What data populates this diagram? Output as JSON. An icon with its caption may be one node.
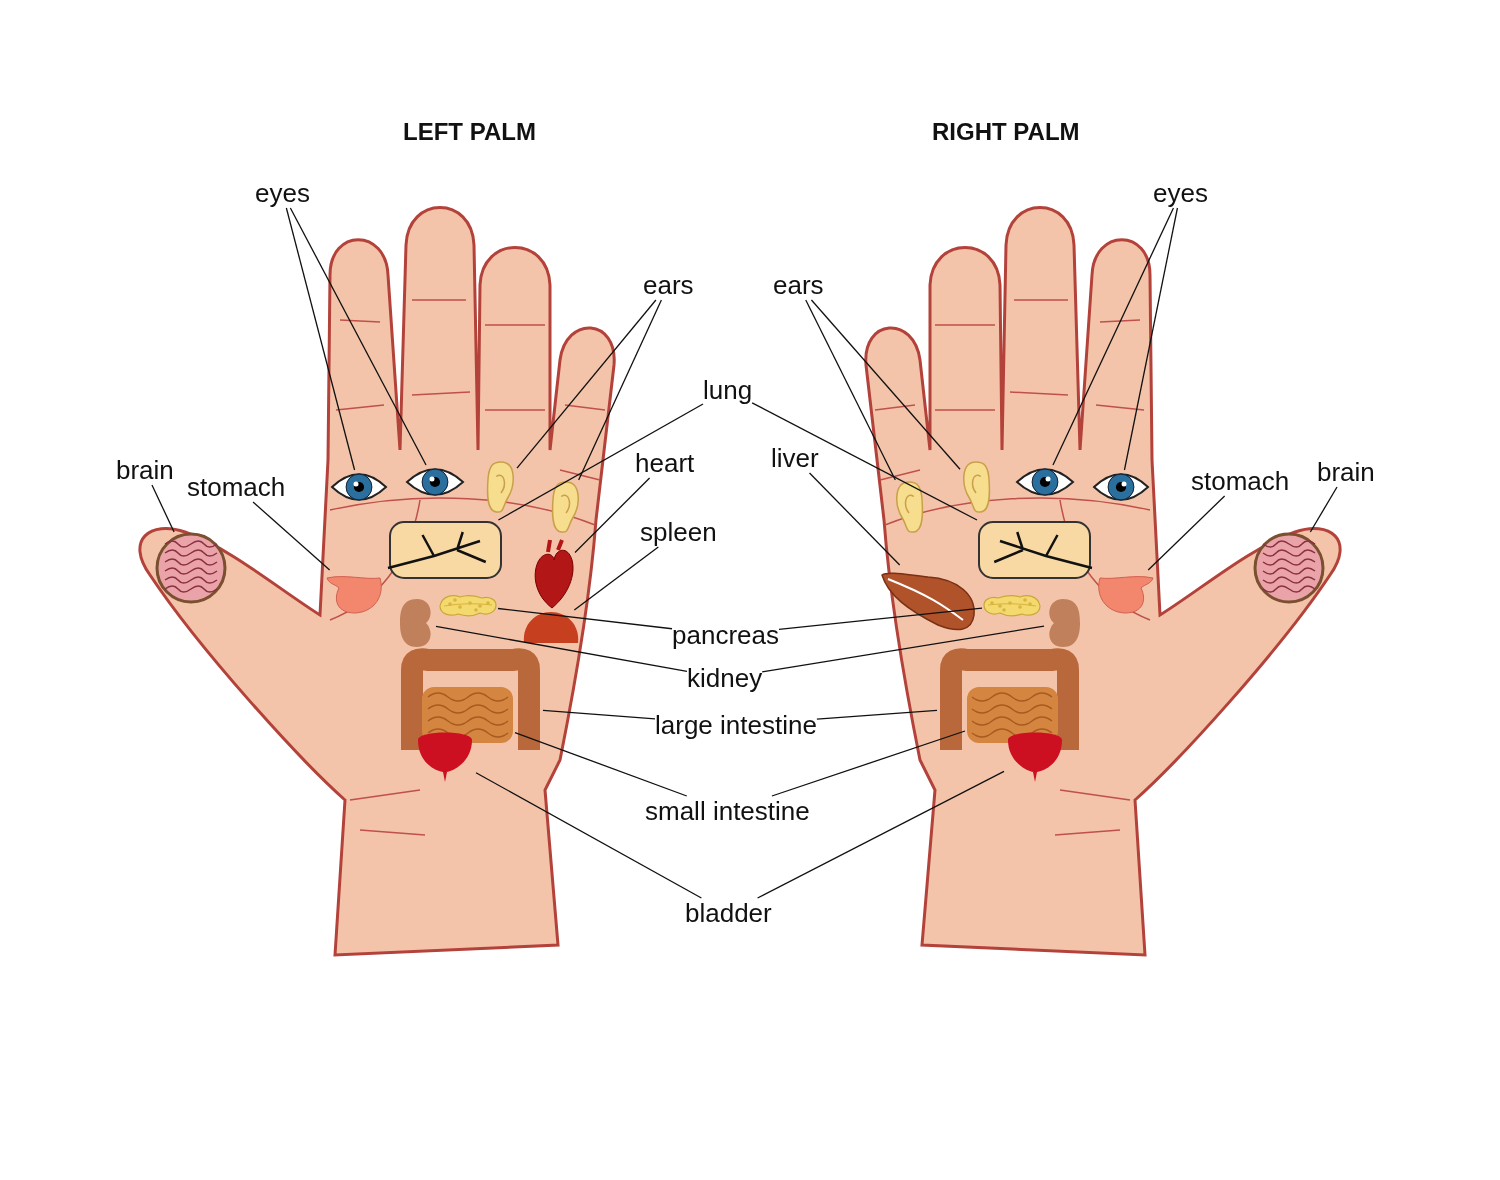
{
  "diagram": {
    "nodes": [
      {
        "text": [
          "eyes"
        ]
      },
      {
        "text": [
          "ears"
        ]
      },
      {
        "text": [
          "ears"
        ]
      },
      {
        "text": [
          "eyes"
        ]
      },
      {
        "text": [
          "lung"
        ]
      },
      {
        "text": [
          "heart"
        ]
      },
      {
        "text": [
          "liver"
        ]
      },
      {
        "text": [
          "brain"
        ]
      },
      {
        "text": [
          "stomach"
        ]
      },
      {
        "text": [
          "stomach"
        ]
      },
      {
        "text": [
          "brain"
        ]
      },
      {
        "text": [
          "spleen"
        ]
      },
      {
        "text": [
          "pancreas"
        ]
      },
      {
        "text": [
          "kidney"
        ]
      },
      {
        "text": [
          "large intestine"
        ]
      },
      {
        "text": [
          "small intestine"
        ]
      },
      {
        "text": [
          "bladder"
        ]
      },
      {
        "text": [],
        "shape": "picture"
      },
      {
        "text": [],
        "shape": "picture"
      },
      {
        "text": [],
        "shape": "picture"
      },
      {
        "text": [],
        "shape": "picture"
      },
      {
        "text": [],
        "shape": "picture"
      },
      {
        "text": [],
        "shape": "picture"
      },
      {
        "text": [],
        "shape": "picture"
      },
      {
        "text": [],
        "shape": "picture"
      },
      {
        "text": [],
        "shape": "picture"
      },
      {
        "text": [],
        "shape": "picture"
      },
      {
        "text": [],
        "shape": "picture"
      },
      {
        "text": [],
        "shape": "picture"
      },
      {
        "text": [],
        "shape": "picture",
        "in": 28
      },
      {
        "text": [],
        "shape": "picture"
      },
      {
        "text": [],
        "shape": "picture"
      },
      {
        "text": [],
        "shape": "picture"
      },
      {
        "text": [],
        "shape": "picture"
      },
      {
        "text": [],
        "shape": "picture"
      },
      {
        "text": [],
        "shape": "picture"
      },
      {
        "text": [],
        "shape": "picture"
      },
      {
        "text": [],
        "shape": "picture"
      },
      {
        "text": [],
        "shape": "picture"
      },
      {
        "text": [],
        "shape": "picture"
      },
      {
        "text": [],
        "shape": "picture"
      },
      {
        "text": [],
        "shape": "picture"
      },
      {
        "text": [],
        "shape": "picture",
        "in": 41
      },
      {
        "text": [],
        "shape": "picture"
      }
    ],
    "edges": [
      {
        "from": 0,
        "to": 17,
        "arrow": "none"
      },
      {
        "from": 0,
        "to": 18,
        "arrow": "none"
      },
      {
        "from": 1,
        "to": 19,
        "arrow": "none"
      },
      {
        "from": 1,
        "to": 20,
        "arrow": "none"
      },
      {
        "from": 2,
        "to": 31,
        "arrow": "none"
      },
      {
        "from": 2,
        "to": 32,
        "arrow": "none"
      },
      {
        "from": 3,
        "to": 33,
        "arrow": "none"
      },
      {
        "from": 3,
        "to": 34,
        "arrow": "none"
      },
      {
        "from": 4,
        "to": 23,
        "arrow": "none"
      },
      {
        "from": 4,
        "to": 36,
        "arrow": "none"
      },
      {
        "from": 5,
        "to": 24,
        "arrow": "none"
      },
      {
        "from": 6,
        "to": 35,
        "arrow": "none"
      },
      {
        "from": 7,
        "to": 21,
        "arrow": "none"
      },
      {
        "from": 8,
        "to": 22,
        "arrow": "none"
      },
      {
        "from": 9,
        "to": 39,
        "arrow": "none"
      },
      {
        "from": 10,
        "to": 40,
        "arrow": "none"
      },
      {
        "from": 11,
        "to": 25,
        "arrow": "none"
      },
      {
        "from": 12,
        "to": 26,
        "arrow": "none"
      },
      {
        "from": 12,
        "to": 37,
        "arrow": "none"
      },
      {
        "from": 13,
        "to": 27,
        "arrow": "none"
      },
      {
        "from": 13,
        "to": 38,
        "arrow": "none"
      },
      {
        "from": 14,
        "to": 28,
        "arrow": "none"
      },
      {
        "from": 14,
        "to": 41,
        "arrow": "none"
      },
      {
        "from": 15,
        "to": 29,
        "arrow": "none"
      },
      {
        "from": 15,
        "to": 42,
        "arrow": "none"
      },
      {
        "from": 16,
        "to": 30,
        "arrow": "none"
      },
      {
        "from": 16,
        "to": 43,
        "arrow": "none"
      }
    ],
    "labels": [
      "LEFT PALM",
      "RIGHT PALM"
    ]
  }
}
